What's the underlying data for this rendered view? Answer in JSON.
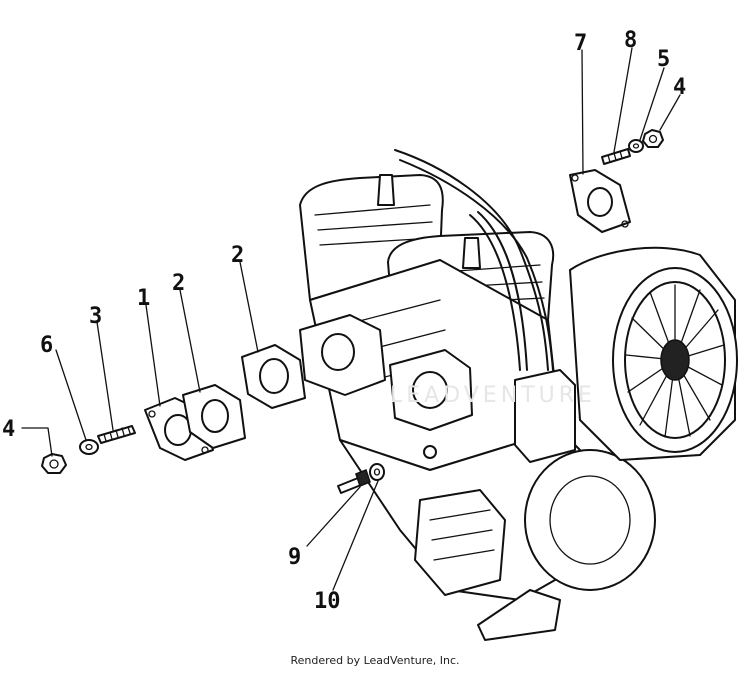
{
  "callouts": {
    "c1": "1",
    "c2a": "2",
    "c2b": "2",
    "c3": "3",
    "c4a": "4",
    "c4b": "4",
    "c5": "5",
    "c6": "6",
    "c7": "7",
    "c8": "8",
    "c9": "9",
    "c10": "10"
  },
  "watermark": "LEADVENTURE",
  "footer": "Rendered by LeadVenture, Inc."
}
